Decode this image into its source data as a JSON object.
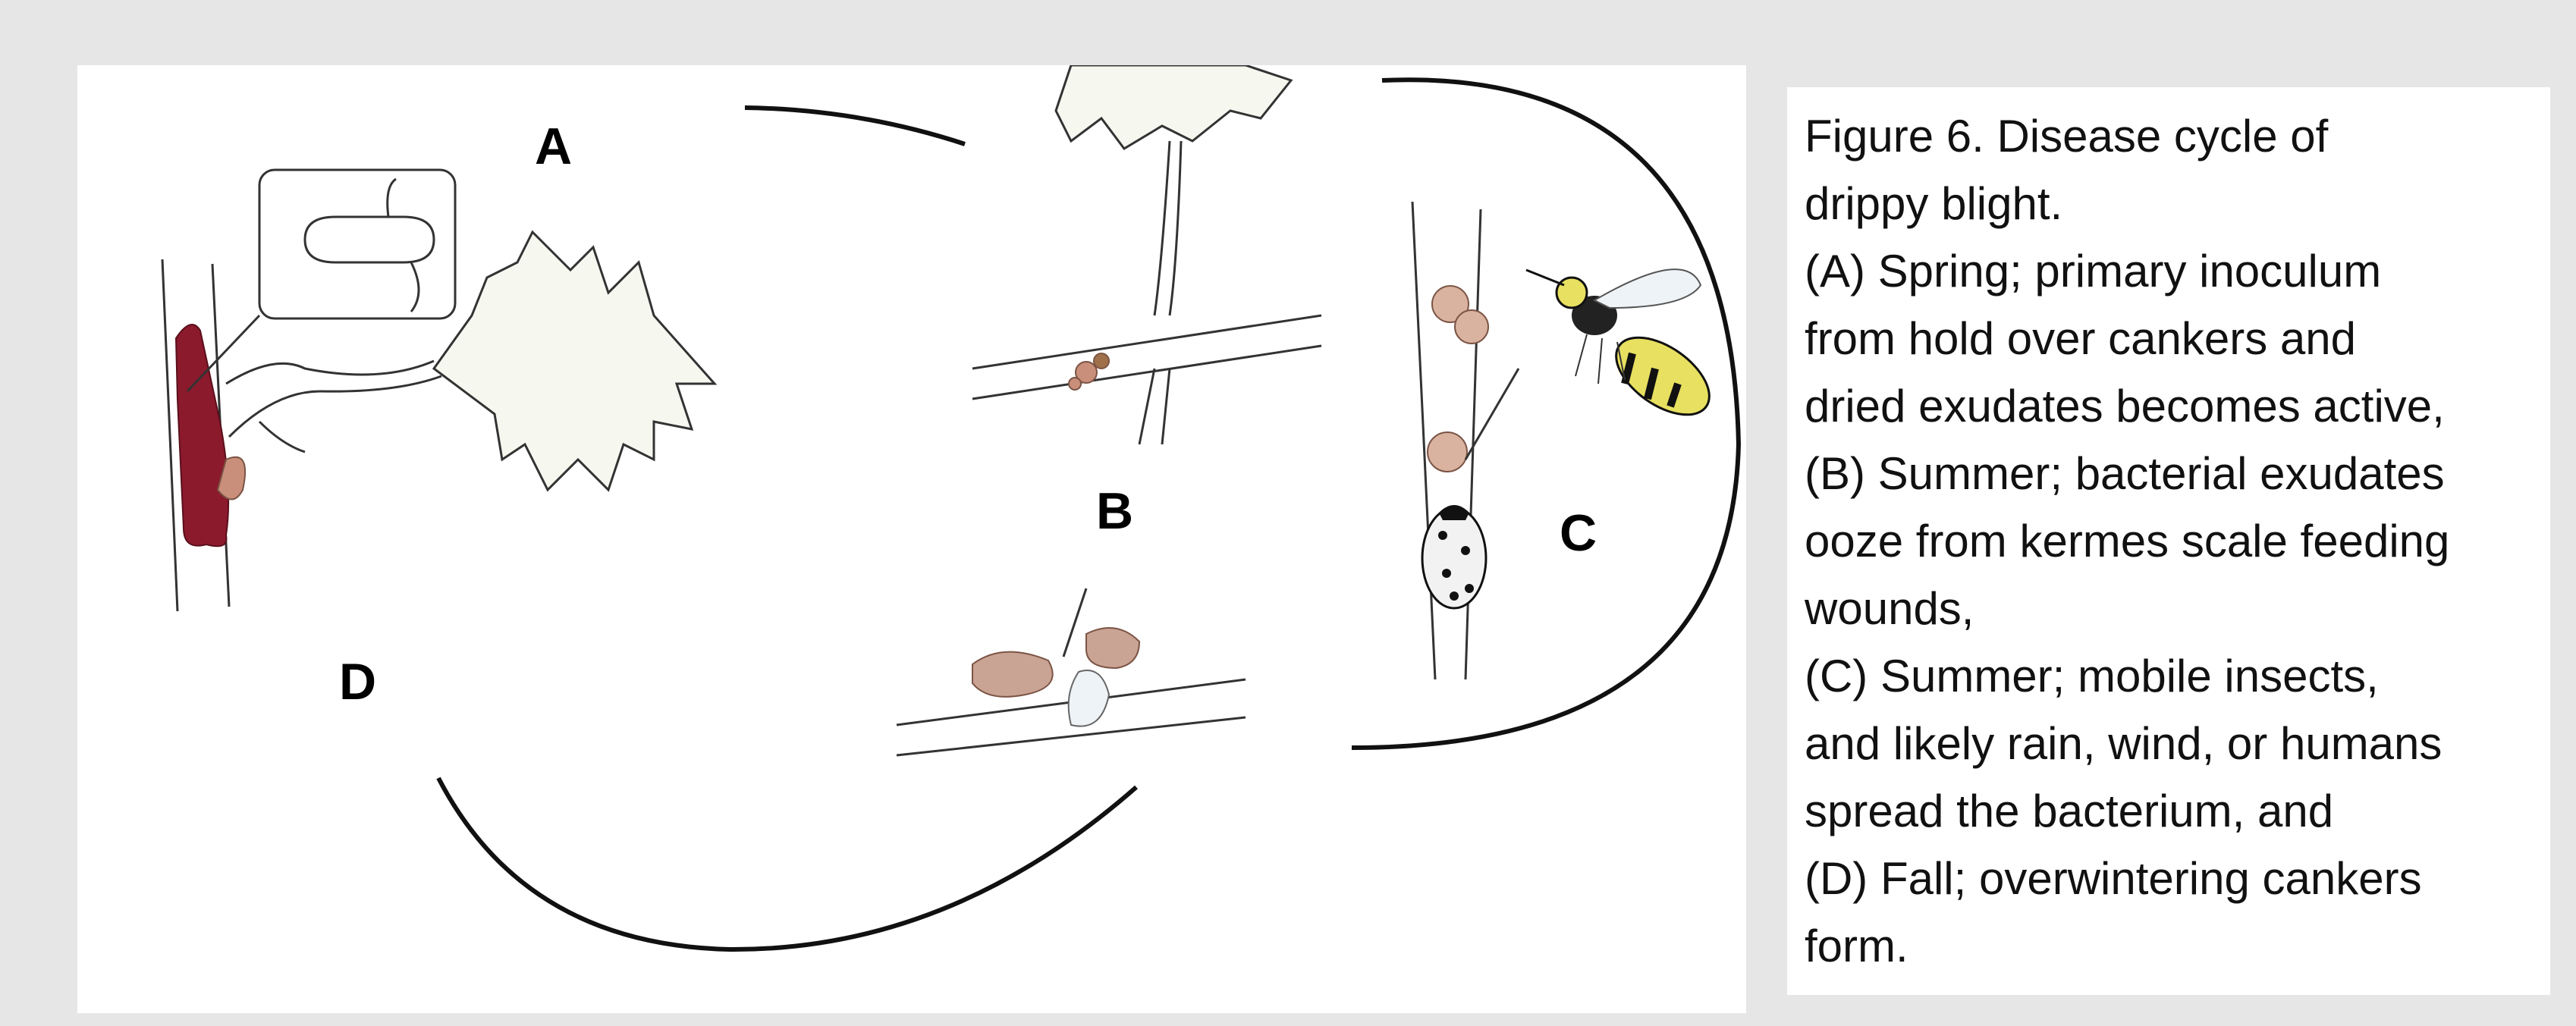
{
  "diagram": {
    "stage_labels": {
      "a": "A",
      "b": "B",
      "c": "C",
      "d": "D"
    },
    "colors": {
      "canker": "#8b1a2c",
      "exudate": "#c98f7a",
      "leaf_fill": "#f6f8f0",
      "outline": "#222222",
      "background": "#e6e6e6"
    }
  },
  "caption": {
    "lines": [
      "Figure 6. Disease cycle of",
      "drippy blight.",
      "(A) Spring;  primary inoculum",
      "from hold over cankers and",
      "dried exudates becomes active,",
      "(B) Summer; bacterial exudates",
      "ooze from kermes scale feeding",
      "wounds,",
      "(C) Summer; mobile insects,",
      "and likely rain, wind, or humans",
      "spread the bacterium, and",
      "(D) Fall; overwintering cankers",
      "form."
    ]
  }
}
